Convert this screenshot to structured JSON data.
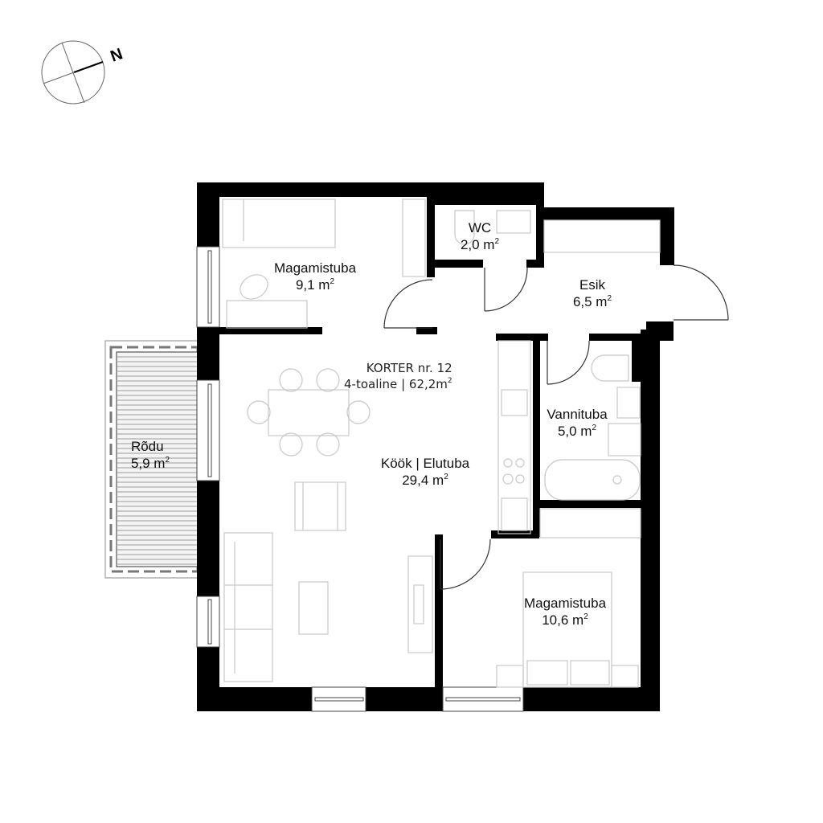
{
  "compass": {
    "label": "N",
    "icon": "north-arrow-compass-icon"
  },
  "apartment": {
    "title": "KORTER nr. 12",
    "rooms_label": "4-toaline",
    "separator": "|",
    "total_area": "62,2m",
    "total_area_exp": "2"
  },
  "rooms": [
    {
      "name": "Magamistuba",
      "area": "9,1  m",
      "exp": "2"
    },
    {
      "name": "WC",
      "area": "2,0  m",
      "exp": "2"
    },
    {
      "name": "Esik",
      "area": "6,5  m",
      "exp": "2"
    },
    {
      "name": "Köök | Elutuba",
      "area": "29,4  m",
      "exp": "2"
    },
    {
      "name": "Vannituba",
      "area": "5,0  m",
      "exp": "2"
    },
    {
      "name": "Rõdu",
      "area": "5,9  m",
      "exp": "2"
    },
    {
      "name": "Magamistuba",
      "area": "10,6  m",
      "exp": "2"
    }
  ],
  "colors": {
    "wall": "#000000",
    "furniture": "#c8c8c8",
    "door": "#444444",
    "text": "#111111"
  }
}
